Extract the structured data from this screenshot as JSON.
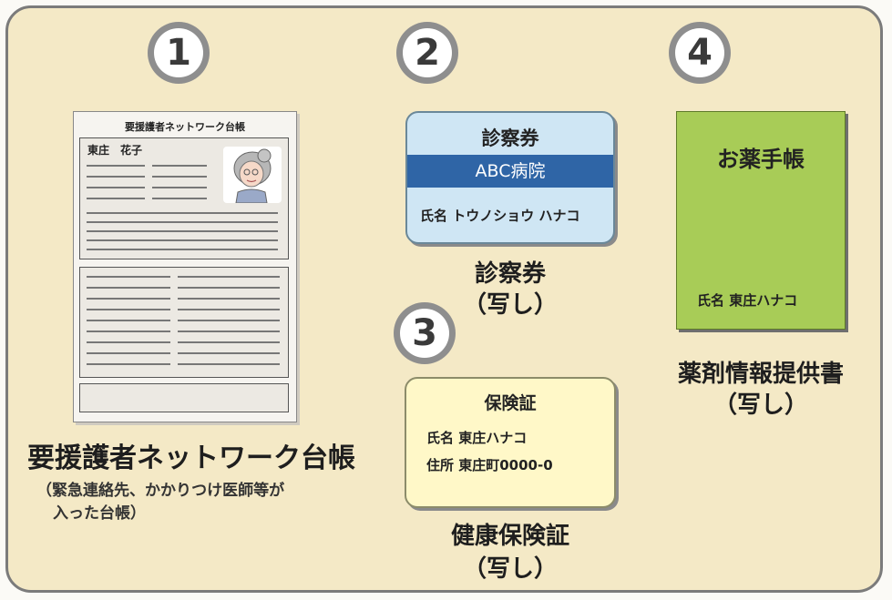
{
  "badges": {
    "n1": "1",
    "n2": "2",
    "n3": "3",
    "n4": "4"
  },
  "network": {
    "doc_title": "要援護者ネットワーク台帳",
    "doc_name": "東庄　花子",
    "caption": "要援護者ネットワーク台帳",
    "note_line1": "（緊急連絡先、かかりつけ医師等が",
    "note_line2": "入った台帳）",
    "avatar_icon": "elderly-woman-icon"
  },
  "exam_card": {
    "title": "診察券",
    "hospital": "ABC病院",
    "name": "氏名 トウノショウ ハナコ",
    "caption_line1": "診察券",
    "caption_line2": "（写し）"
  },
  "insurance_card": {
    "title": "保険証",
    "name": "氏名 東庄ハナコ",
    "address": "住所 東庄町0000-0",
    "caption_line1": "健康保険証",
    "caption_line2": "（写し）"
  },
  "medicine_book": {
    "title": "お薬手帳",
    "name": "氏名 東庄ハナコ",
    "caption_line1": "薬剤情報提供書",
    "caption_line2": "（写し）"
  },
  "colors": {
    "panel_bg": "#f4e9c6",
    "exam_card_bg": "#cfe6f4",
    "exam_card_band": "#2f65a6",
    "insurance_bg": "#fff8c8",
    "medicine_bg": "#a8cc57"
  }
}
